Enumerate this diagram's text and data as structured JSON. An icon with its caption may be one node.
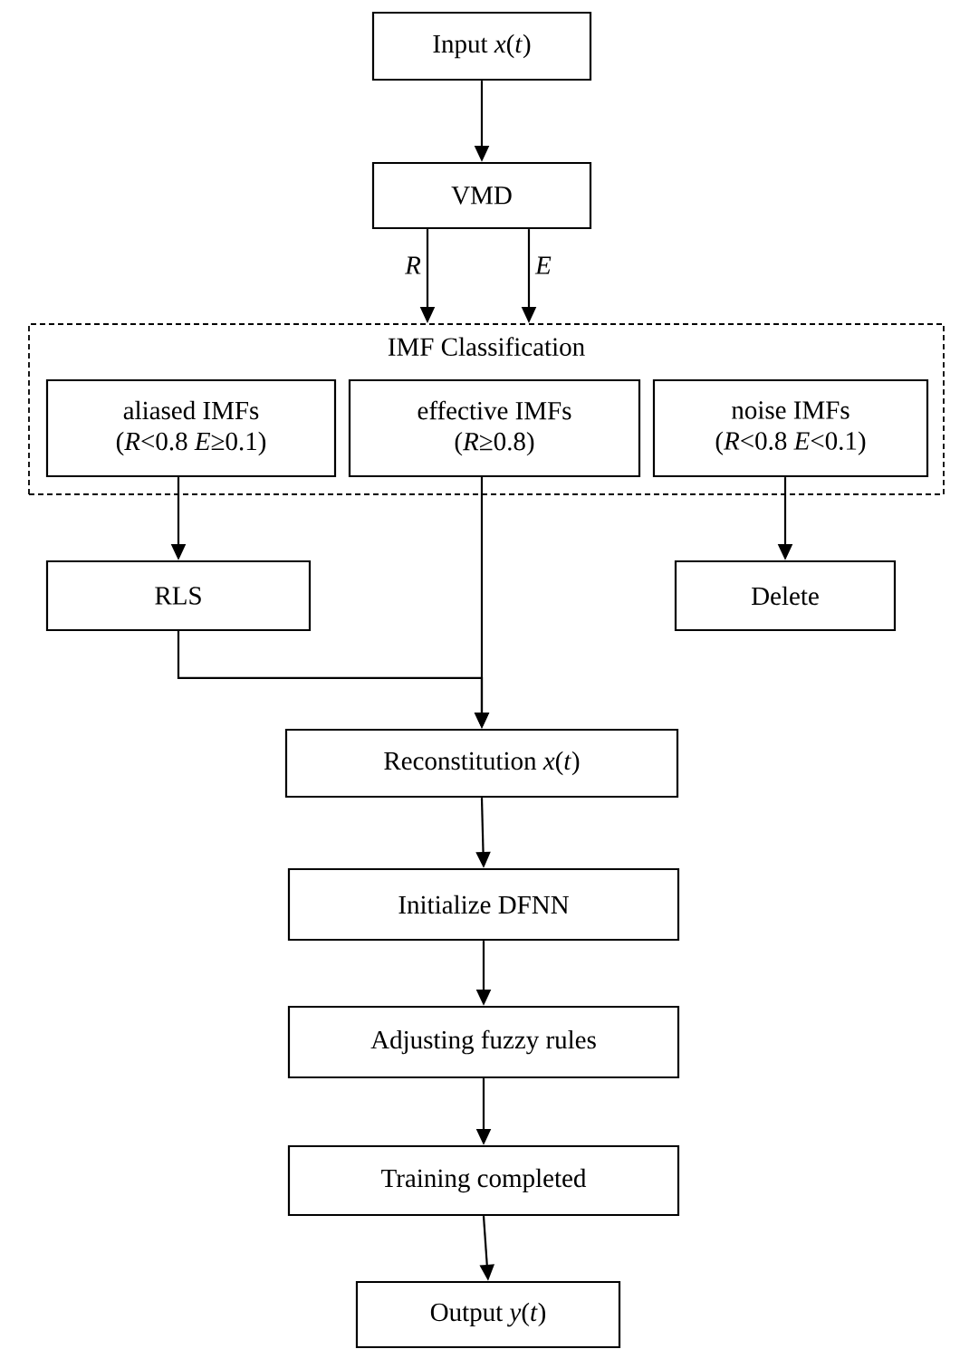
{
  "diagram": {
    "nodes": [
      {
        "text": [
          "Input *x*(*t*)"
        ]
      },
      {
        "text": [
          "VMD"
        ]
      },
      {
        "text": [
          "IMF Classification"
        ]
      },
      {
        "text": [
          "aliased IMFs",
          "(*R*<0.8 *E*≥0.1)"
        ],
        "in": 2
      },
      {
        "text": [
          "effective IMFs",
          "(*R*≥0.8)"
        ],
        "in": 2
      },
      {
        "text": [
          "noise IMFs",
          "(*R*<0.8 *E*<0.1)"
        ],
        "in": 2
      },
      {
        "text": [
          "RLS"
        ]
      },
      {
        "text": [
          "Delete"
        ]
      },
      {
        "text": [
          "Reconstitution *x*(*t*)"
        ]
      },
      {
        "text": [
          "Initialize DFNN"
        ]
      },
      {
        "text": [
          "Adjusting fuzzy rules"
        ]
      },
      {
        "text": [
          "Training completed"
        ]
      },
      {
        "text": [
          "Output *y*(*t*)"
        ]
      }
    ],
    "edges": [
      {
        "from": 0,
        "to": 1,
        "arrow": "to"
      },
      {
        "from": 1,
        "to": 2,
        "arrow": "to",
        "label": "R"
      },
      {
        "from": 1,
        "to": 2,
        "arrow": "to",
        "label": "E"
      },
      {
        "from": 3,
        "to": 6,
        "arrow": "to"
      },
      {
        "from": 4,
        "to": 8,
        "arrow": "to"
      },
      {
        "from": 5,
        "to": 7,
        "arrow": "to"
      },
      {
        "from": 6,
        "to": 8,
        "arrow": "to"
      },
      {
        "from": 8,
        "to": 9,
        "arrow": "to"
      },
      {
        "from": 9,
        "to": 10,
        "arrow": "to"
      },
      {
        "from": 10,
        "to": 11,
        "arrow": "to"
      },
      {
        "from": 11,
        "to": 12,
        "arrow": "to"
      }
    ]
  }
}
